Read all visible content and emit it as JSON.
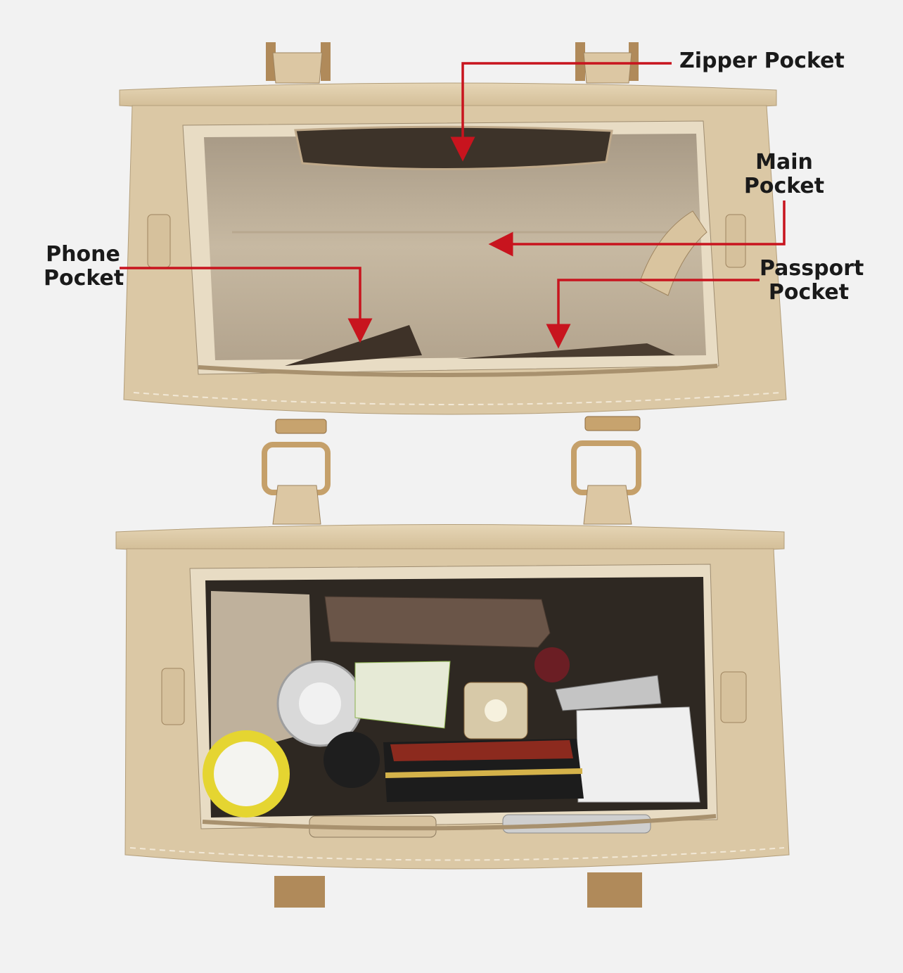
{
  "callouts": {
    "zipper_pocket": "Zipper Pocket",
    "main_pocket": "Main\nPocket",
    "phone_pocket": "Phone\nPocket",
    "passport_pocket": "Passport\nPocket"
  },
  "colors": {
    "background": "#f2f2f2",
    "leather": "#d8c4a0",
    "lining": "#c9b99f",
    "arrow": "#c8141e",
    "hardware": "#b08a5a"
  }
}
